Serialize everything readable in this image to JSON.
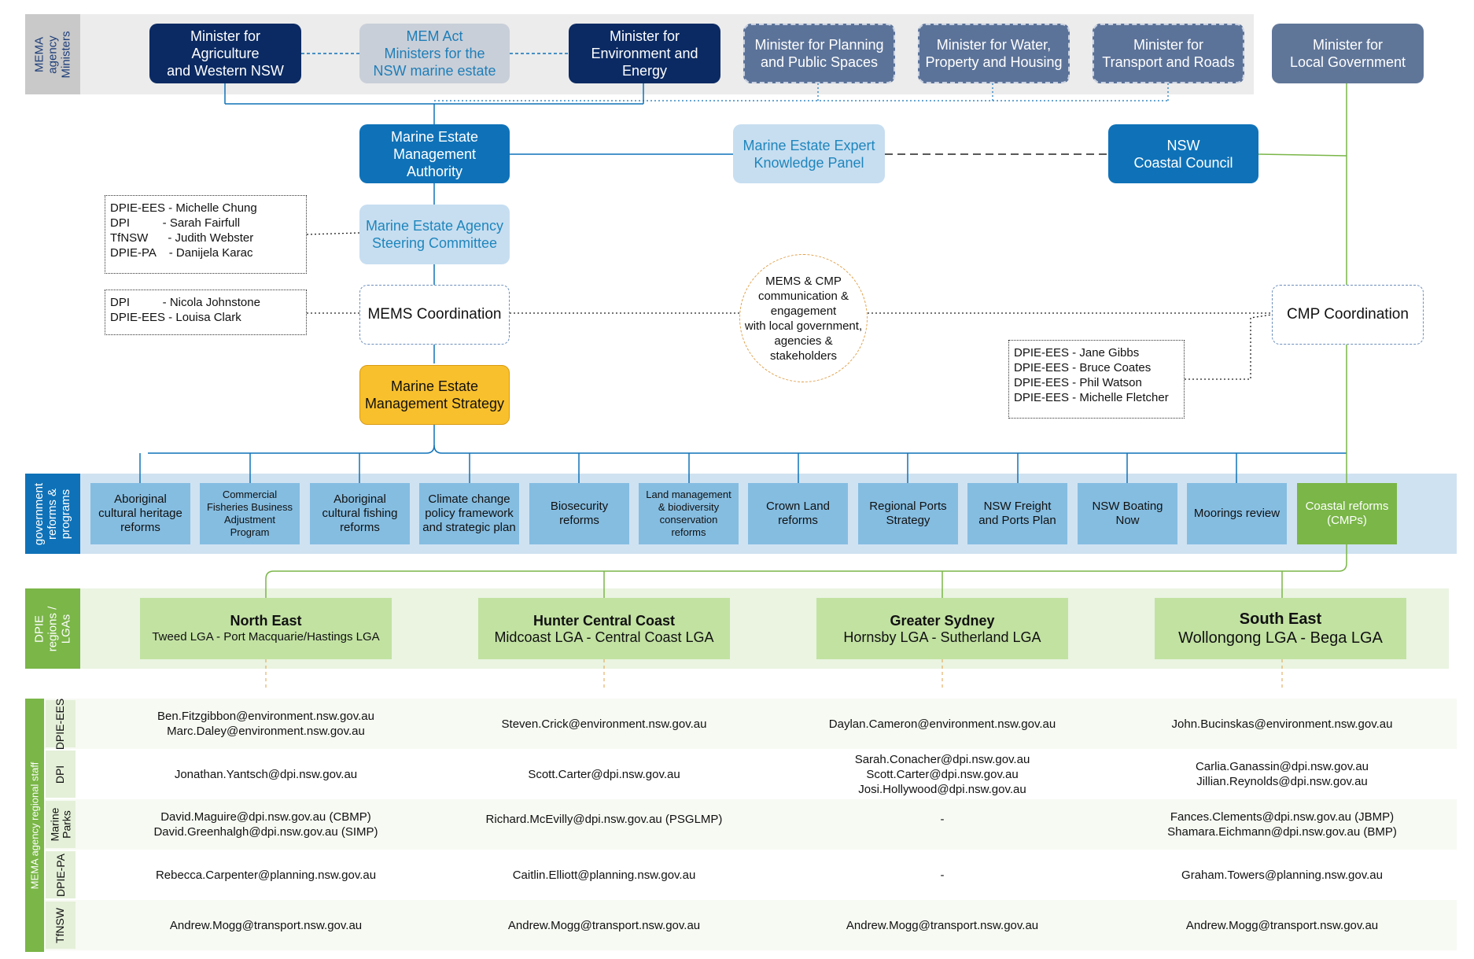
{
  "side_labels": {
    "ministers": "MEMA\nagency\nMinisters",
    "programs": "government\nreforms &\nprograms",
    "regions": "DPIE\nregions /\nLGAs",
    "staff": "MEMA agency regional staff"
  },
  "ministers": [
    "Minister for\nAgriculture\nand Western NSW",
    "MEM Act\nMinisters for the\nNSW marine estate",
    "Minister for\nEnvironment and\nEnergy",
    "Minister for Planning\nand Public Spaces",
    "Minister for Water,\nProperty and Housing",
    "Minister for\nTransport and Roads",
    "Minister for\nLocal Government"
  ],
  "structure": {
    "mema": "Marine Estate\nManagement\nAuthority",
    "expert_panel": "Marine Estate Expert\nKnowledge Panel",
    "coastal_council": "NSW\nCoastal Council",
    "steering": "Marine Estate Agency\nSteering Committee",
    "mems_coord": "MEMS Coordination",
    "cmp_coord": "CMP Coordination",
    "strategy": "Marine Estate\nManagement Strategy",
    "engagement": "MEMS & CMP\ncommunication &\nengagement\nwith local government,\nagencies &\nstakeholders"
  },
  "notes": {
    "steering_members": [
      "DPIE-EES - Michelle Chung",
      "DPI          - Sarah Fairfull",
      "TfNSW      - Judith Webster",
      "DPIE-PA    - Danijela Karac"
    ],
    "mems_members": [
      "DPI          - Nicola Johnstone",
      "DPIE-EES - Louisa Clark"
    ],
    "cmp_members": [
      "DPIE-EES - Jane Gibbs",
      "DPIE-EES - Bruce Coates",
      "DPIE-EES - Phil Watson",
      "DPIE-EES - Michelle Fletcher"
    ]
  },
  "programs": [
    "Aboriginal\ncultural heritage\nreforms",
    "Commercial\nFisheries Business\nAdjustment\nProgram",
    "Aboriginal\ncultural fishing\nreforms",
    "Climate change\npolicy framework\nand strategic plan",
    "Biosecurity\nreforms",
    "Land management\n& biodiversity\nconservation\nreforms",
    "Crown Land\nreforms",
    "Regional Ports\nStrategy",
    "NSW Freight\nand Ports Plan",
    "NSW Boating\nNow",
    "Moorings review",
    "Coastal reforms\n(CMPs)"
  ],
  "regions": [
    {
      "title": "North East",
      "sub": "Tweed LGA - Port Macquarie/Hastings LGA"
    },
    {
      "title": "Hunter Central Coast",
      "sub": "Midcoast LGA - Central Coast LGA"
    },
    {
      "title": "Greater Sydney",
      "sub": "Hornsby LGA - Sutherland LGA"
    },
    {
      "title": "South East",
      "sub": "Wollongong LGA - Bega LGA"
    }
  ],
  "staff_rows": [
    {
      "agency": "DPIE-EES",
      "cells": [
        "Ben.Fitzgibbon@environment.nsw.gov.au\nMarc.Daley@environment.nsw.gov.au",
        "Steven.Crick@environment.nsw.gov.au",
        "Daylan.Cameron@environment.nsw.gov.au",
        "John.Bucinskas@environment.nsw.gov.au"
      ]
    },
    {
      "agency": "DPI",
      "cells": [
        "Jonathan.Yantsch@dpi.nsw.gov.au",
        "Scott.Carter@dpi.nsw.gov.au",
        "Sarah.Conacher@dpi.nsw.gov.au\nScott.Carter@dpi.nsw.gov.au\nJosi.Hollywood@dpi.nsw.gov.au",
        "Carlia.Ganassin@dpi.nsw.gov.au\nJillian.Reynolds@dpi.nsw.gov.au"
      ]
    },
    {
      "agency": "Marine\nParks",
      "cells": [
        "David.Maguire@dpi.nsw.gov.au  (CBMP)\nDavid.Greenhalgh@dpi.nsw.gov.au  (SIMP)",
        "Richard.McEvilly@dpi.nsw.gov.au (PSGLMP)",
        "-",
        "Fances.Clements@dpi.nsw.gov.au (JBMP)\nShamara.Eichmann@dpi.nsw.gov.au (BMP)"
      ]
    },
    {
      "agency": "DPIE-PA",
      "cells": [
        "Rebecca.Carpenter@planning.nsw.gov.au",
        "Caitlin.Elliott@planning.nsw.gov.au",
        "-",
        "Graham.Towers@planning.nsw.gov.au"
      ]
    },
    {
      "agency": "TfNSW",
      "cells": [
        "Andrew.Mogg@transport.nsw.gov.au",
        "Andrew.Mogg@transport.nsw.gov.au",
        "Andrew.Mogg@transport.nsw.gov.au",
        "Andrew.Mogg@transport.nsw.gov.au"
      ]
    }
  ],
  "colors": {
    "navy": "#0b2a63",
    "blue": "#0f72b8",
    "pale_blue": "#c7def0",
    "program_blue": "#85bde1",
    "green": "#7ab648",
    "region_green": "#c2e2a2",
    "yellow": "#f9c02d",
    "slate": "#5c7399"
  }
}
